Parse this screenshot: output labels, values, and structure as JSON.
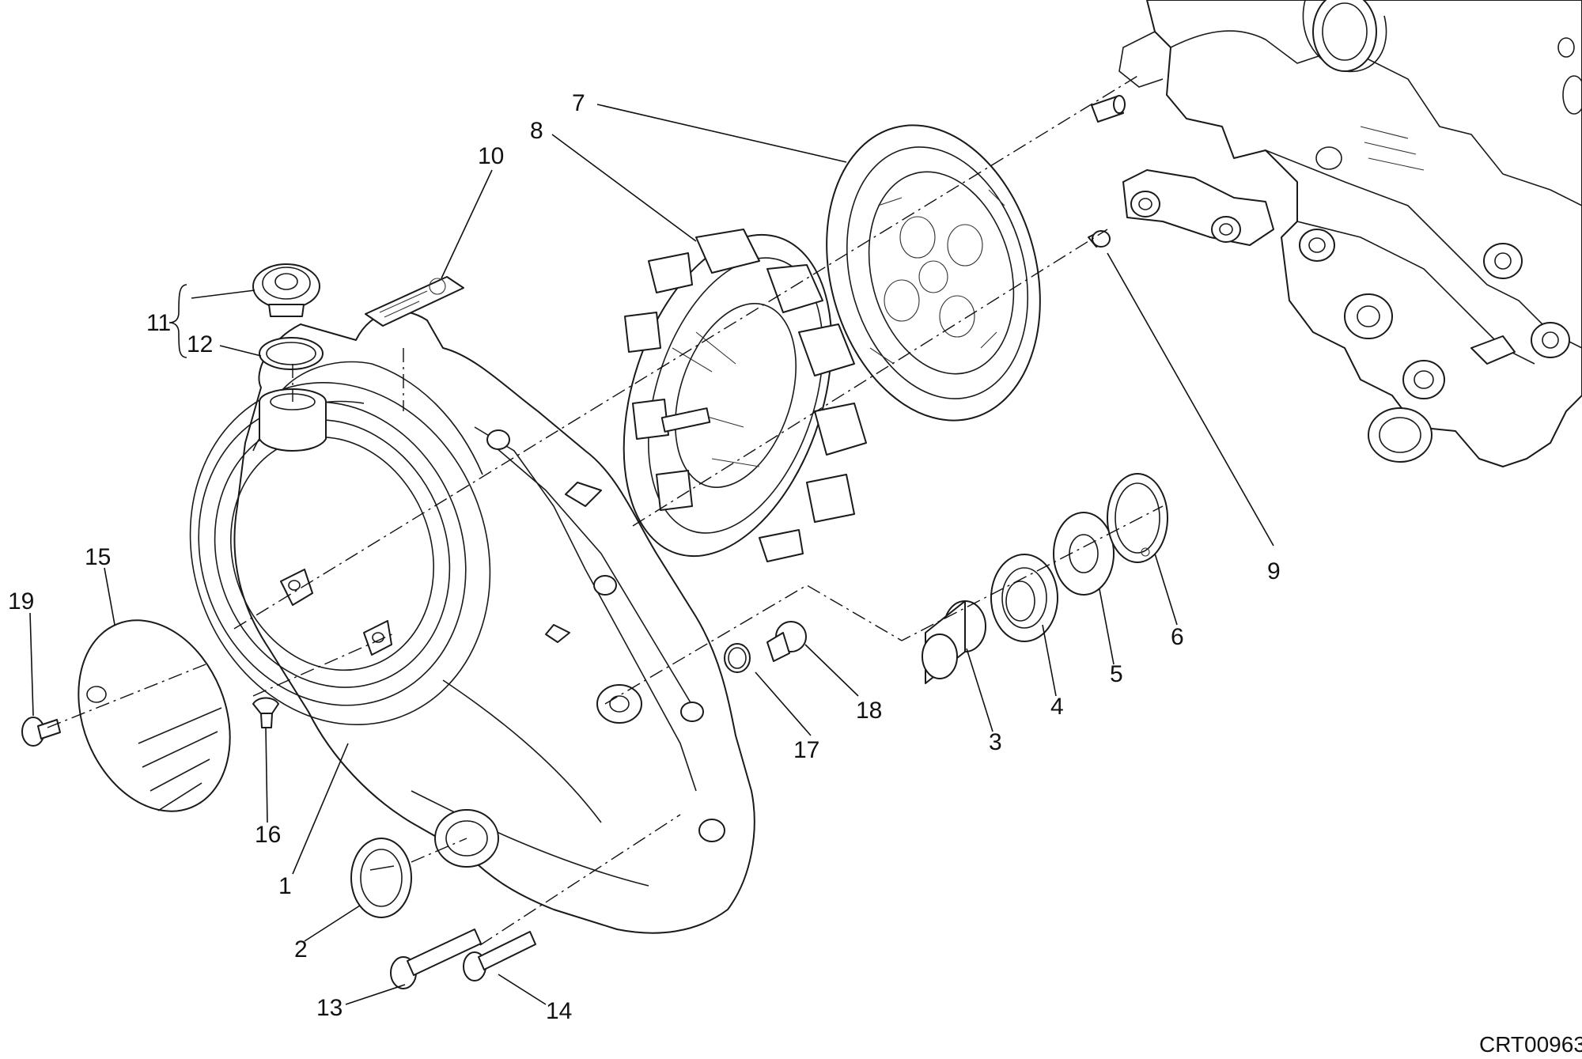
{
  "diagram": {
    "drawing_code": "CRT00963",
    "callouts": {
      "c1": "1",
      "c2": "2",
      "c3": "3",
      "c4": "4",
      "c5": "5",
      "c6": "6",
      "c7": "7",
      "c8": "8",
      "c9": "9",
      "c10": "10",
      "c11": "11",
      "c12": "12",
      "c13": "13",
      "c14": "14",
      "c15": "15",
      "c16": "16",
      "c17": "17",
      "c18": "18",
      "c19": "19"
    }
  }
}
